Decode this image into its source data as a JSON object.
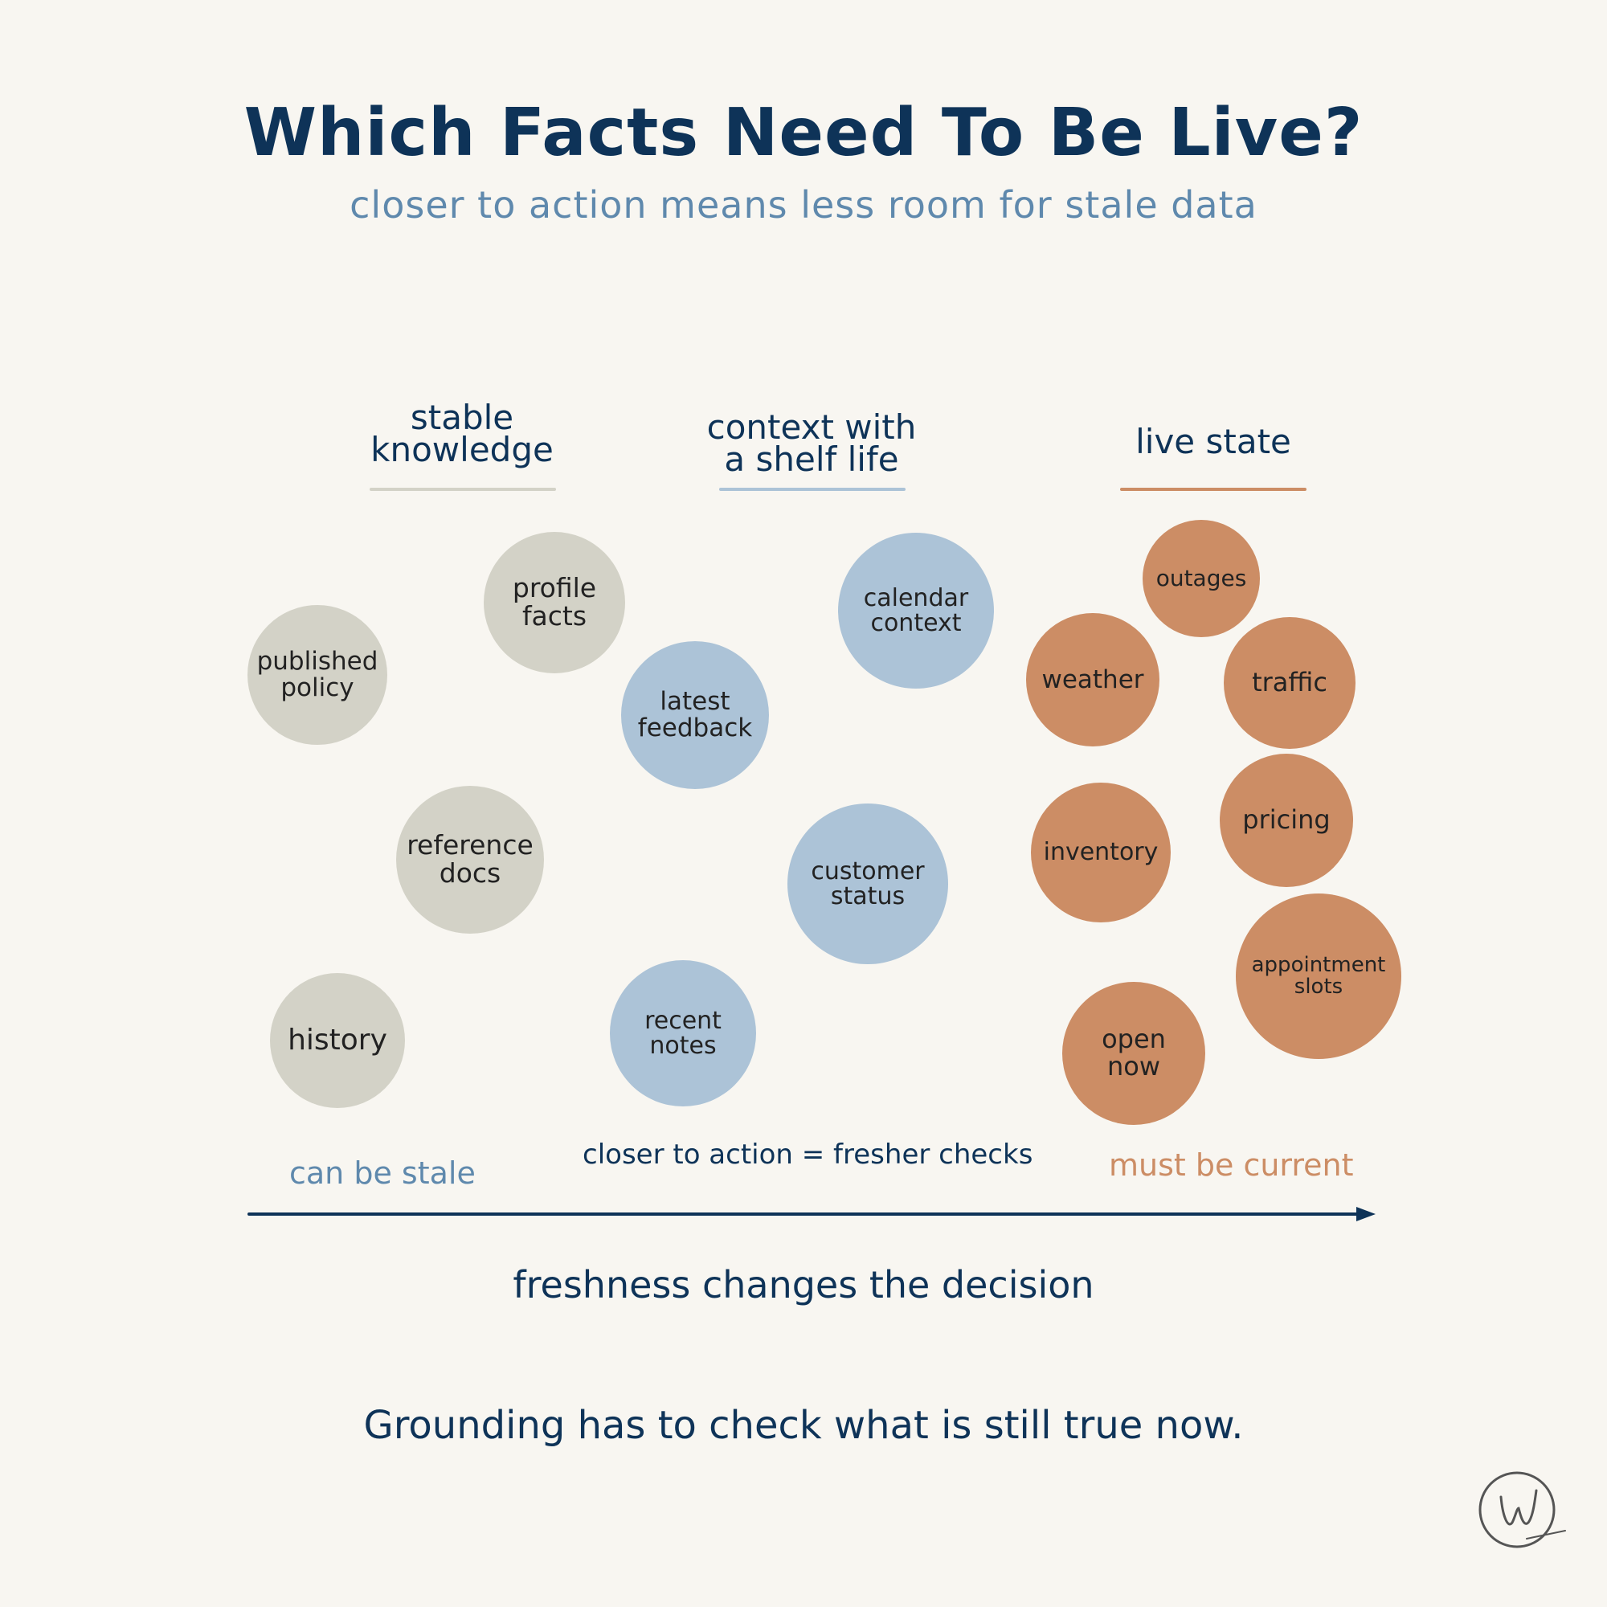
{
  "title": "Which Facts Need To Be Live?",
  "subtitle": "closer to action means less room for stale data",
  "columns": {
    "stable": {
      "label": "stable\nknowledge",
      "color": "#d3d2c7"
    },
    "shelf": {
      "label": "context with\na shelf life",
      "color": "#acc3d7"
    },
    "live": {
      "label": "live state",
      "color": "#cc8d65"
    }
  },
  "bubbles": {
    "published_policy": "published\npolicy",
    "profile_facts": "profile\nfacts",
    "reference_docs": "reference\ndocs",
    "history": "history",
    "latest_feedback": "latest\nfeedback",
    "calendar_context": "calendar\ncontext",
    "customer_status": "customer\nstatus",
    "recent_notes": "recent\nnotes",
    "outages": "outages",
    "weather": "weather",
    "traffic": "traffic",
    "inventory": "inventory",
    "pricing": "pricing",
    "appointment_slots": "appointment\nslots",
    "open_now": "open\nnow"
  },
  "axis": {
    "left_label": "can be stale",
    "middle_label": "closer to action = fresher checks",
    "right_label": "must be current"
  },
  "decision": "freshness changes the decision",
  "closing": "Grounding has to check what is still true now.",
  "colors": {
    "ink": "#0e3358",
    "accent_blue": "#5f89ad",
    "accent_orange": "#cc8d65",
    "background": "#f8f6f1"
  },
  "logo": {
    "icon": "w-circle-logo",
    "letter": "w"
  }
}
